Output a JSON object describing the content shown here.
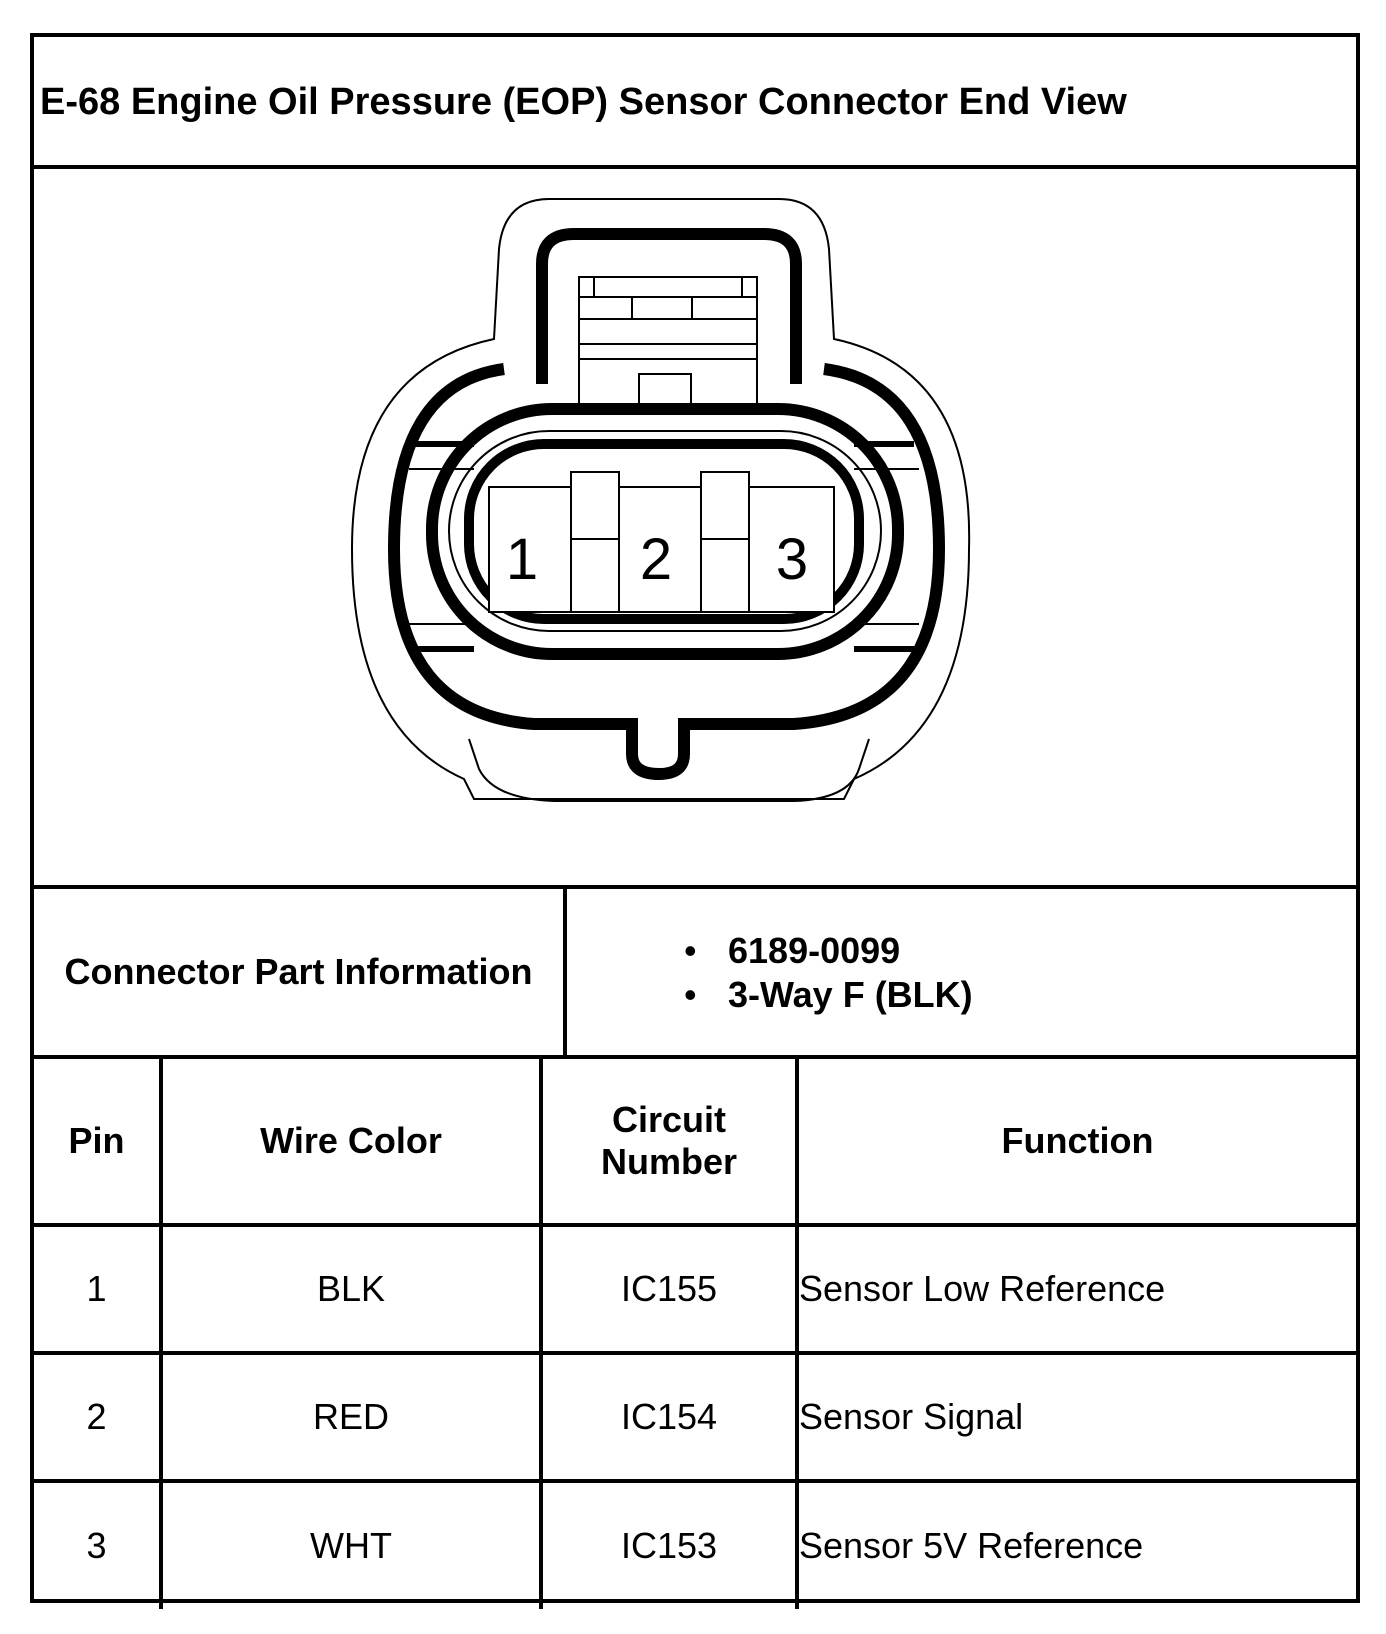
{
  "title": "E-68 Engine Oil Pressure (EOP) Sensor Connector End View",
  "connector_drawing": {
    "cavity_labels": [
      "1",
      "2",
      "3"
    ]
  },
  "part_info": {
    "label": "Connector Part Information",
    "items": [
      "6189-0099",
      "3-Way F (BLK)"
    ]
  },
  "pin_table": {
    "headers": {
      "pin": "Pin",
      "wire_color": "Wire Color",
      "circuit_line1": "Circuit",
      "circuit_line2": "Number",
      "function": "Function"
    },
    "rows": [
      {
        "pin": "1",
        "wire_color": "BLK",
        "circuit": "IC155",
        "function": "Sensor Low Reference"
      },
      {
        "pin": "2",
        "wire_color": "RED",
        "circuit": "IC154",
        "function": "Sensor Signal"
      },
      {
        "pin": "3",
        "wire_color": "WHT",
        "circuit": "IC153",
        "function": "Sensor 5V Reference"
      }
    ]
  }
}
